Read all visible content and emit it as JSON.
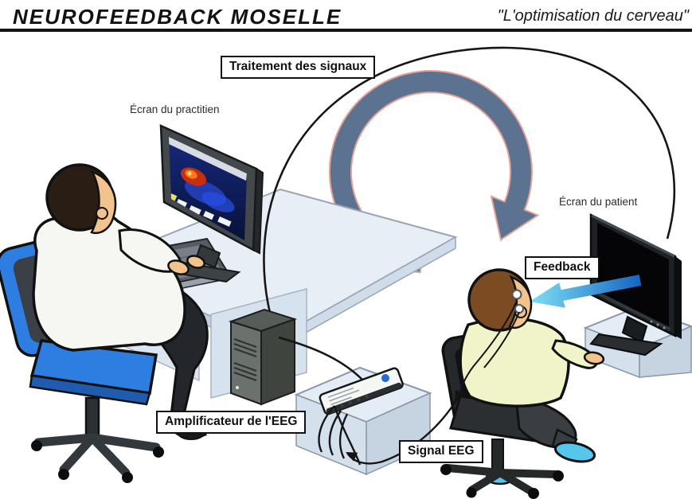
{
  "header": {
    "brand": "NEUROFEEDBACK MOSELLE",
    "tagline": "\"L'optimisation du cerveau\""
  },
  "labels": {
    "signal_processing": "Traitement des signaux",
    "practitioner_screen": "Écran du practitien",
    "patient_screen": "Écran du patient",
    "feedback": "Feedback",
    "amplifier": "Amplificateur de l'EEG",
    "eeg_signal": "Signal EEG"
  },
  "colors": {
    "loop_arrow_fill": "#5b7291",
    "loop_arrow_outline": "#e2a296",
    "feedback_arrow_tail": "#1565c0",
    "feedback_arrow_head": "#7fe0f7",
    "chair_practitioner": "#2e7de0",
    "patient_shirt": "#f0f4c8",
    "patient_shoes": "#55c6ec",
    "desk": "#e8eef6",
    "outline": "#111111"
  }
}
